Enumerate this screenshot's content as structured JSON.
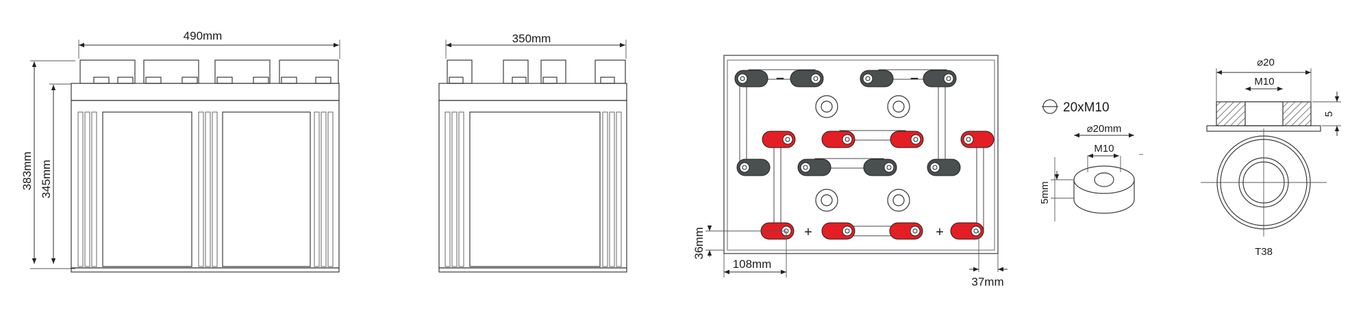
{
  "front_view": {
    "width_label": "490mm",
    "total_height_label": "383mm",
    "body_height_label": "345mm"
  },
  "side_view": {
    "width_label": "350mm"
  },
  "top_view": {
    "minus_sign": "−",
    "plus_sign": "+",
    "edge_offset_label": "36mm",
    "pitch_label": "108mm",
    "side_offset_label": "37mm",
    "colors": {
      "negative": "#4a4f4f",
      "positive": "#e31e24",
      "link": "#ffffff"
    }
  },
  "terminal_detail": {
    "spec_label": "20xM10",
    "outer_dia_label": "⌀20mm",
    "thread_label": "M10",
    "height_label": "5mm"
  },
  "t38_detail": {
    "outer_dia_label": "⌀20",
    "thread_label": "M10",
    "height_label": "5",
    "name": "T38"
  }
}
